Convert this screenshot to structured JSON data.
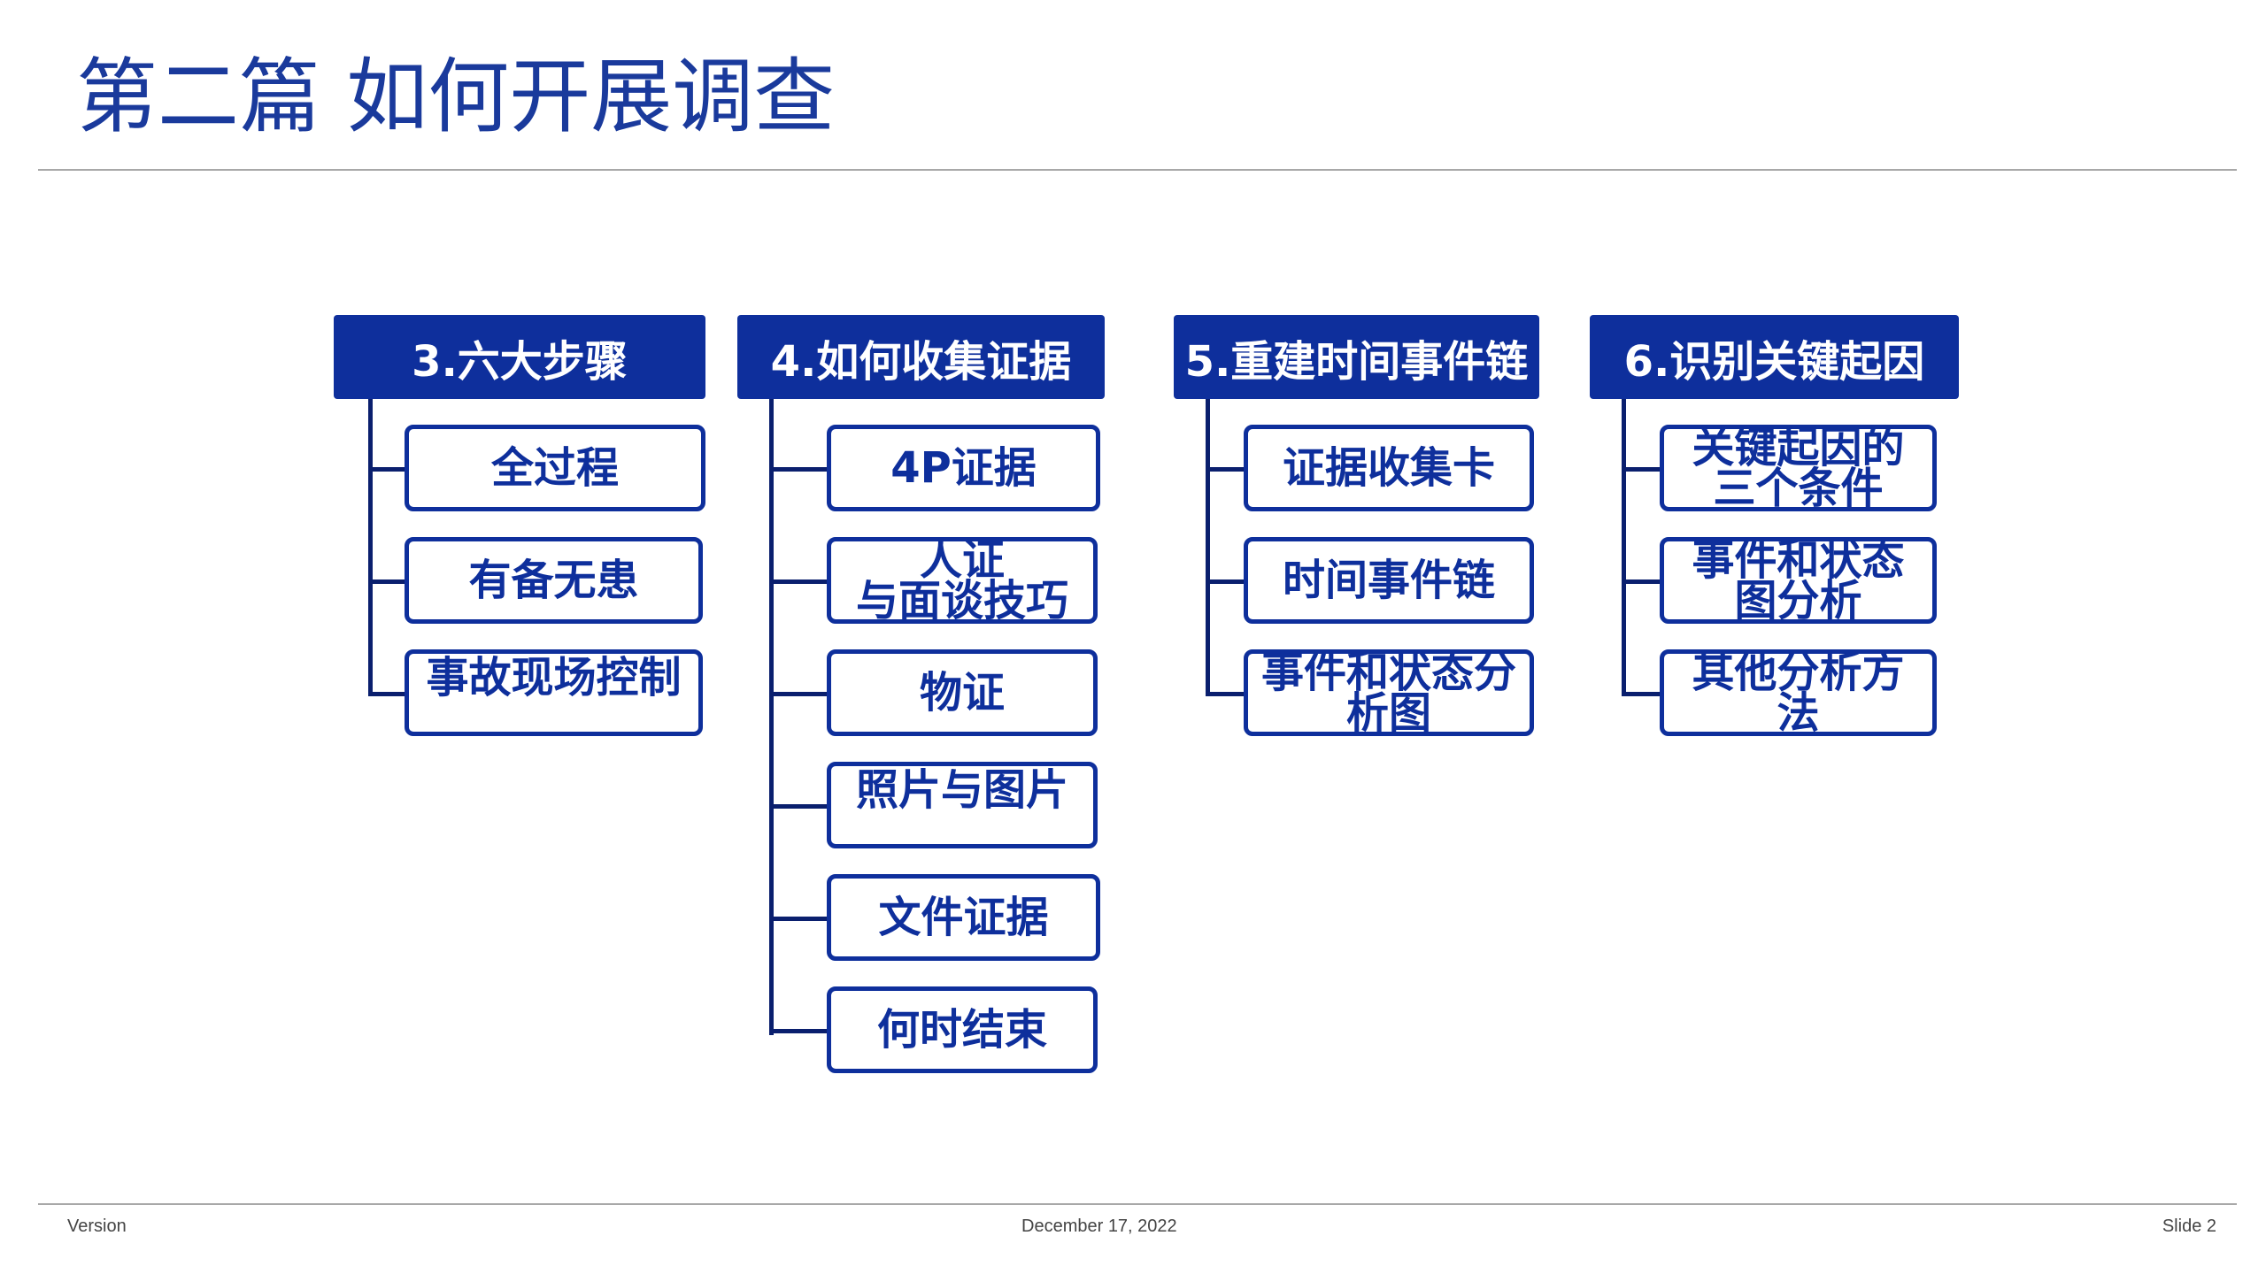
{
  "slide": {
    "title": "第二篇 如何开展调查",
    "footer_left": "Version",
    "footer_center": "December 17, 2022",
    "footer_right": "Slide 2"
  },
  "columns": [
    {
      "header": "3.六大步骤",
      "items": [
        "全过程",
        "有备无患",
        "事故现场控制"
      ]
    },
    {
      "header": "4.如何收集证据",
      "items": [
        "4P证据",
        "人证\n与面谈技巧",
        "物证",
        "照片与图片",
        "文件证据",
        "何时结束"
      ]
    },
    {
      "header": "5.重建时间事件链",
      "items": [
        "证据收集卡",
        "时间事件链",
        "事件和状态分\n析图"
      ]
    },
    {
      "header": "6.识别关键起因",
      "items": [
        "关键起因的\n三个条件",
        "事件和状态\n图分析",
        "其他分析方\n法"
      ]
    }
  ]
}
